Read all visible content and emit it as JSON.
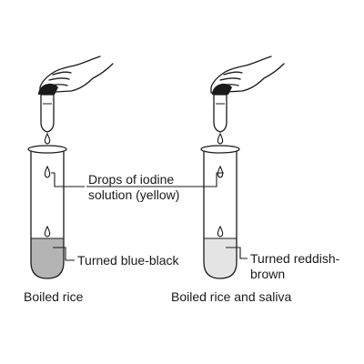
{
  "labels": {
    "drops": [
      "Drops of iodine",
      "solution (yellow)"
    ],
    "result_left": "Turned blue-black",
    "result_right": [
      "Turned reddish-",
      "brown"
    ],
    "caption_left": "Boiled rice",
    "caption_right": "Boiled rice and saliva"
  },
  "colors": {
    "blue_black_liquid": "#b4b4b4",
    "reddish_brown_liquid": "#e4e4e4",
    "outline": "#1a1a1a"
  }
}
